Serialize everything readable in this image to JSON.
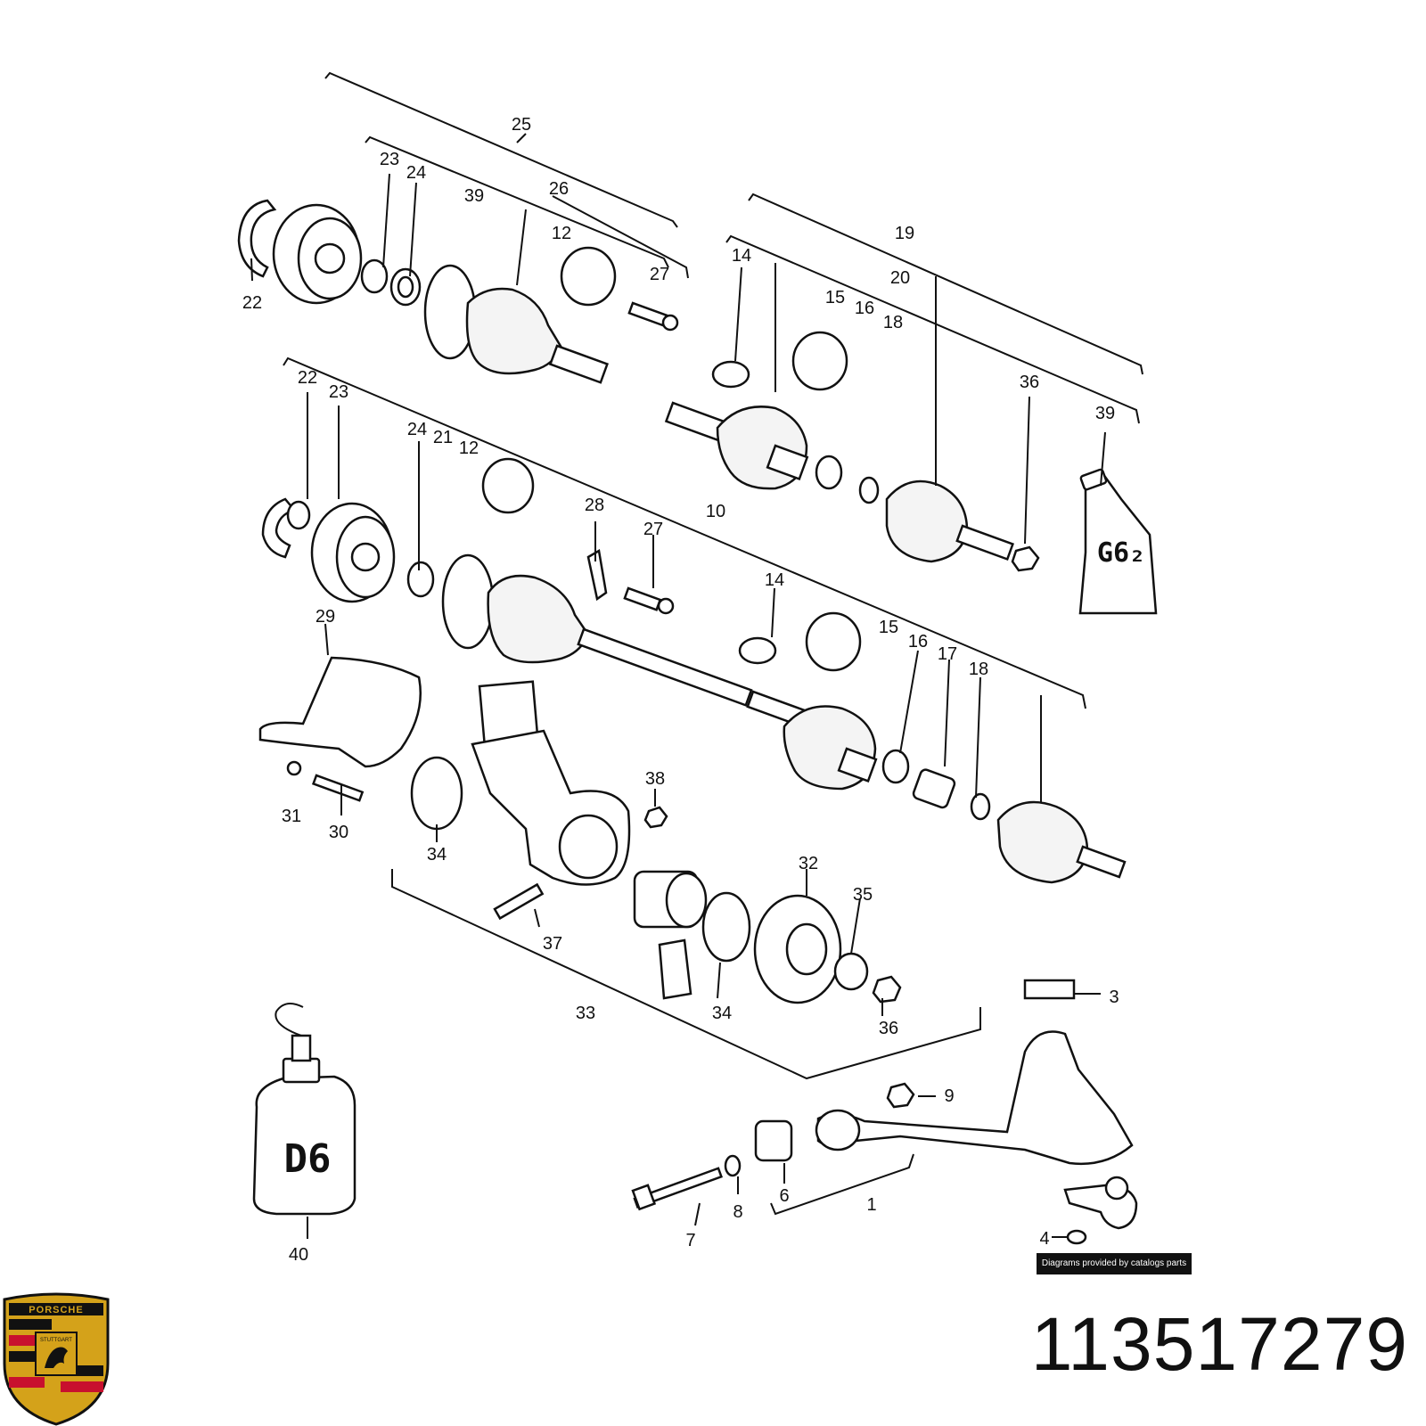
{
  "diagram": {
    "callouts": [
      "25",
      "23",
      "24",
      "39",
      "26",
      "12",
      "27",
      "22",
      "19",
      "14",
      "20",
      "15",
      "16",
      "18",
      "36",
      "39",
      "22",
      "23",
      "24",
      "21",
      "12",
      "28",
      "27",
      "10",
      "14",
      "15",
      "16",
      "17",
      "18",
      "29",
      "31",
      "30",
      "34",
      "38",
      "32",
      "35",
      "37",
      "33",
      "34",
      "36",
      "3",
      "9",
      "6",
      "8",
      "7",
      "1",
      "4",
      "40"
    ],
    "container_labels": {
      "grease_tube": "G6₂",
      "oil_bottle": "D6"
    },
    "credit": "Diagrams provided by catalogs parts"
  },
  "part_number": "113517279",
  "logo": {
    "text": "PORSCHE",
    "subtext": "STUTTGART",
    "colors": {
      "gold": "#d4a21a",
      "red": "#c8102e",
      "black": "#111111"
    }
  }
}
